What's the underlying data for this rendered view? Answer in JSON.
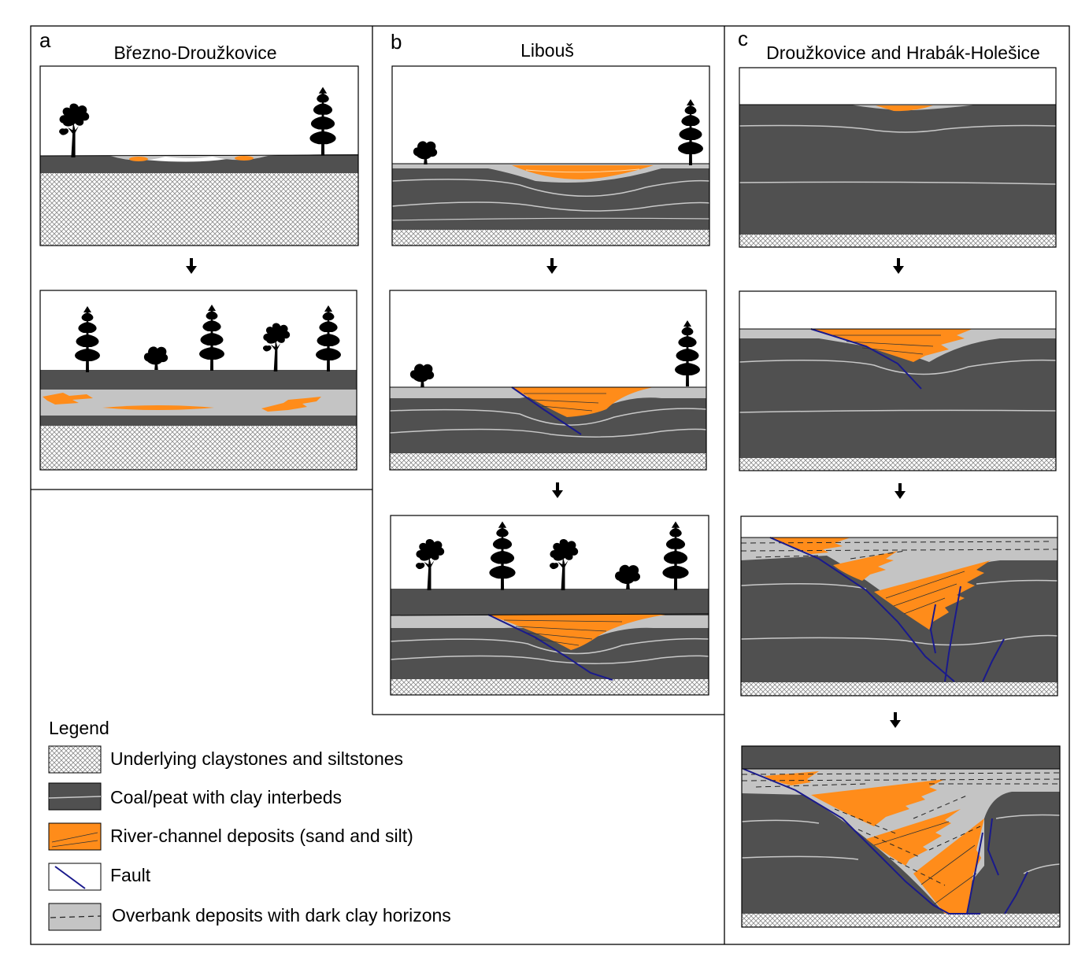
{
  "panels": {
    "a": {
      "letter": "a",
      "title": "Březno-Droužkovice"
    },
    "b": {
      "letter": "b",
      "title": "Libouš"
    },
    "c": {
      "letter": "c",
      "title": "Droužkovice and Hrabák-Holešice"
    }
  },
  "legend": {
    "title": "Legend",
    "items": [
      {
        "key": "claystone",
        "label": "Underlying claystones and siltstones"
      },
      {
        "key": "coal",
        "label": "Coal/peat with clay interbeds"
      },
      {
        "key": "channel",
        "label": "River-channel deposits (sand and silt)"
      },
      {
        "key": "fault",
        "label": "Fault"
      },
      {
        "key": "overbank",
        "label": "Overbank deposits with dark clay horizons"
      }
    ]
  },
  "colors": {
    "coal": "#505050",
    "coal_line": "#c8c8c8",
    "channel": "#ff8c1a",
    "overbank": "#c4c4c4",
    "fault": "#1a1a8c",
    "hatch": "#8a8a8a",
    "frame": "#000000"
  },
  "icons": [
    "broadleaf-tree-icon",
    "conifer-tree-icon",
    "shrub-icon",
    "down-arrow-icon"
  ]
}
